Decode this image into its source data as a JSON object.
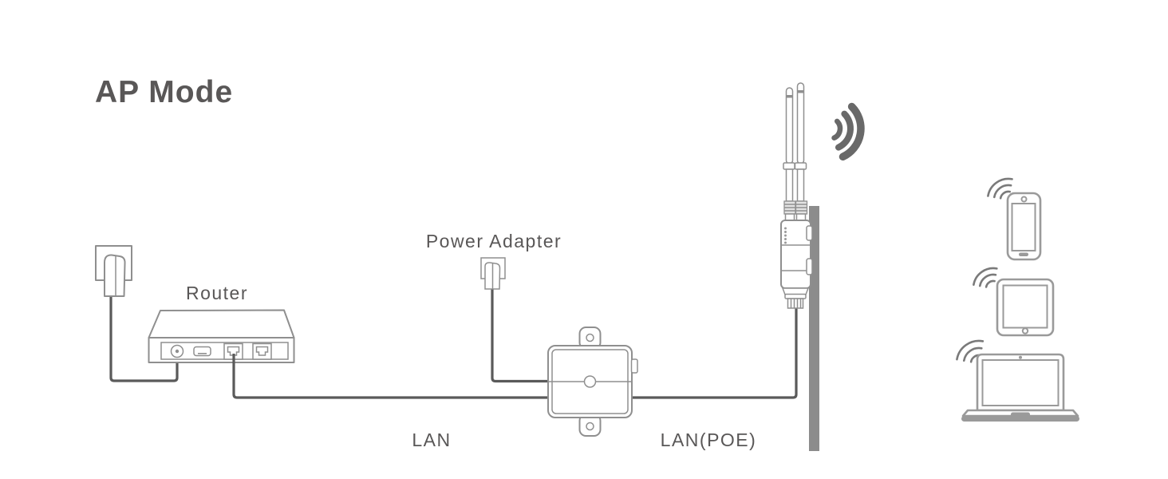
{
  "title": "AP Mode",
  "diagram": {
    "labels": {
      "router": "Router",
      "power_adapter": "Power Adapter",
      "lan": "LAN",
      "lan_poe": "LAN(POE)"
    },
    "nodes": [
      "wall-outlet-plug",
      "router",
      "power-adapter-plug",
      "poe-injector",
      "outdoor-access-point",
      "mounting-pole",
      "smartphone",
      "tablet",
      "laptop"
    ],
    "connections": [
      {
        "from": "wall-outlet-plug",
        "to": "router",
        "type": "power-cable"
      },
      {
        "from": "router",
        "to": "poe-injector",
        "type": "ethernet-cable",
        "label": "LAN"
      },
      {
        "from": "power-adapter-plug",
        "to": "poe-injector",
        "type": "power-cable"
      },
      {
        "from": "poe-injector",
        "to": "outdoor-access-point",
        "type": "ethernet-cable",
        "label": "LAN(POE)"
      },
      {
        "from": "outdoor-access-point",
        "to": "smartphone tablet laptop",
        "type": "wifi"
      }
    ],
    "icons": {
      "wall-plug-icon": "power plug inserted in wall outlet",
      "power-adapter-plug-icon": "small power adapter plug in outlet",
      "router-icon": "desktop router with power, usb and two rj45 ports",
      "poe-injector-icon": "wall-mount poe injector box with mounting tabs",
      "access-point-icon": "outdoor access point with two antennas",
      "wifi-signal-icon": "three radiating wifi arcs",
      "smartphone-icon": "smartphone outline",
      "tablet-icon": "tablet outline",
      "laptop-icon": "laptop outline",
      "wifi-arcs-icon": "small wifi arcs above each client device"
    }
  },
  "colors": {
    "background": "#ffffff",
    "heading_text": "#595757",
    "label_text": "#595757",
    "outline": "#8f8f8f",
    "outline_light": "#9a9a9a",
    "cable": "#5a5a5a",
    "pole": "#8c8c8c",
    "wifi_arc": "#696969",
    "device_wifi_arc": "#7a7a7a"
  }
}
